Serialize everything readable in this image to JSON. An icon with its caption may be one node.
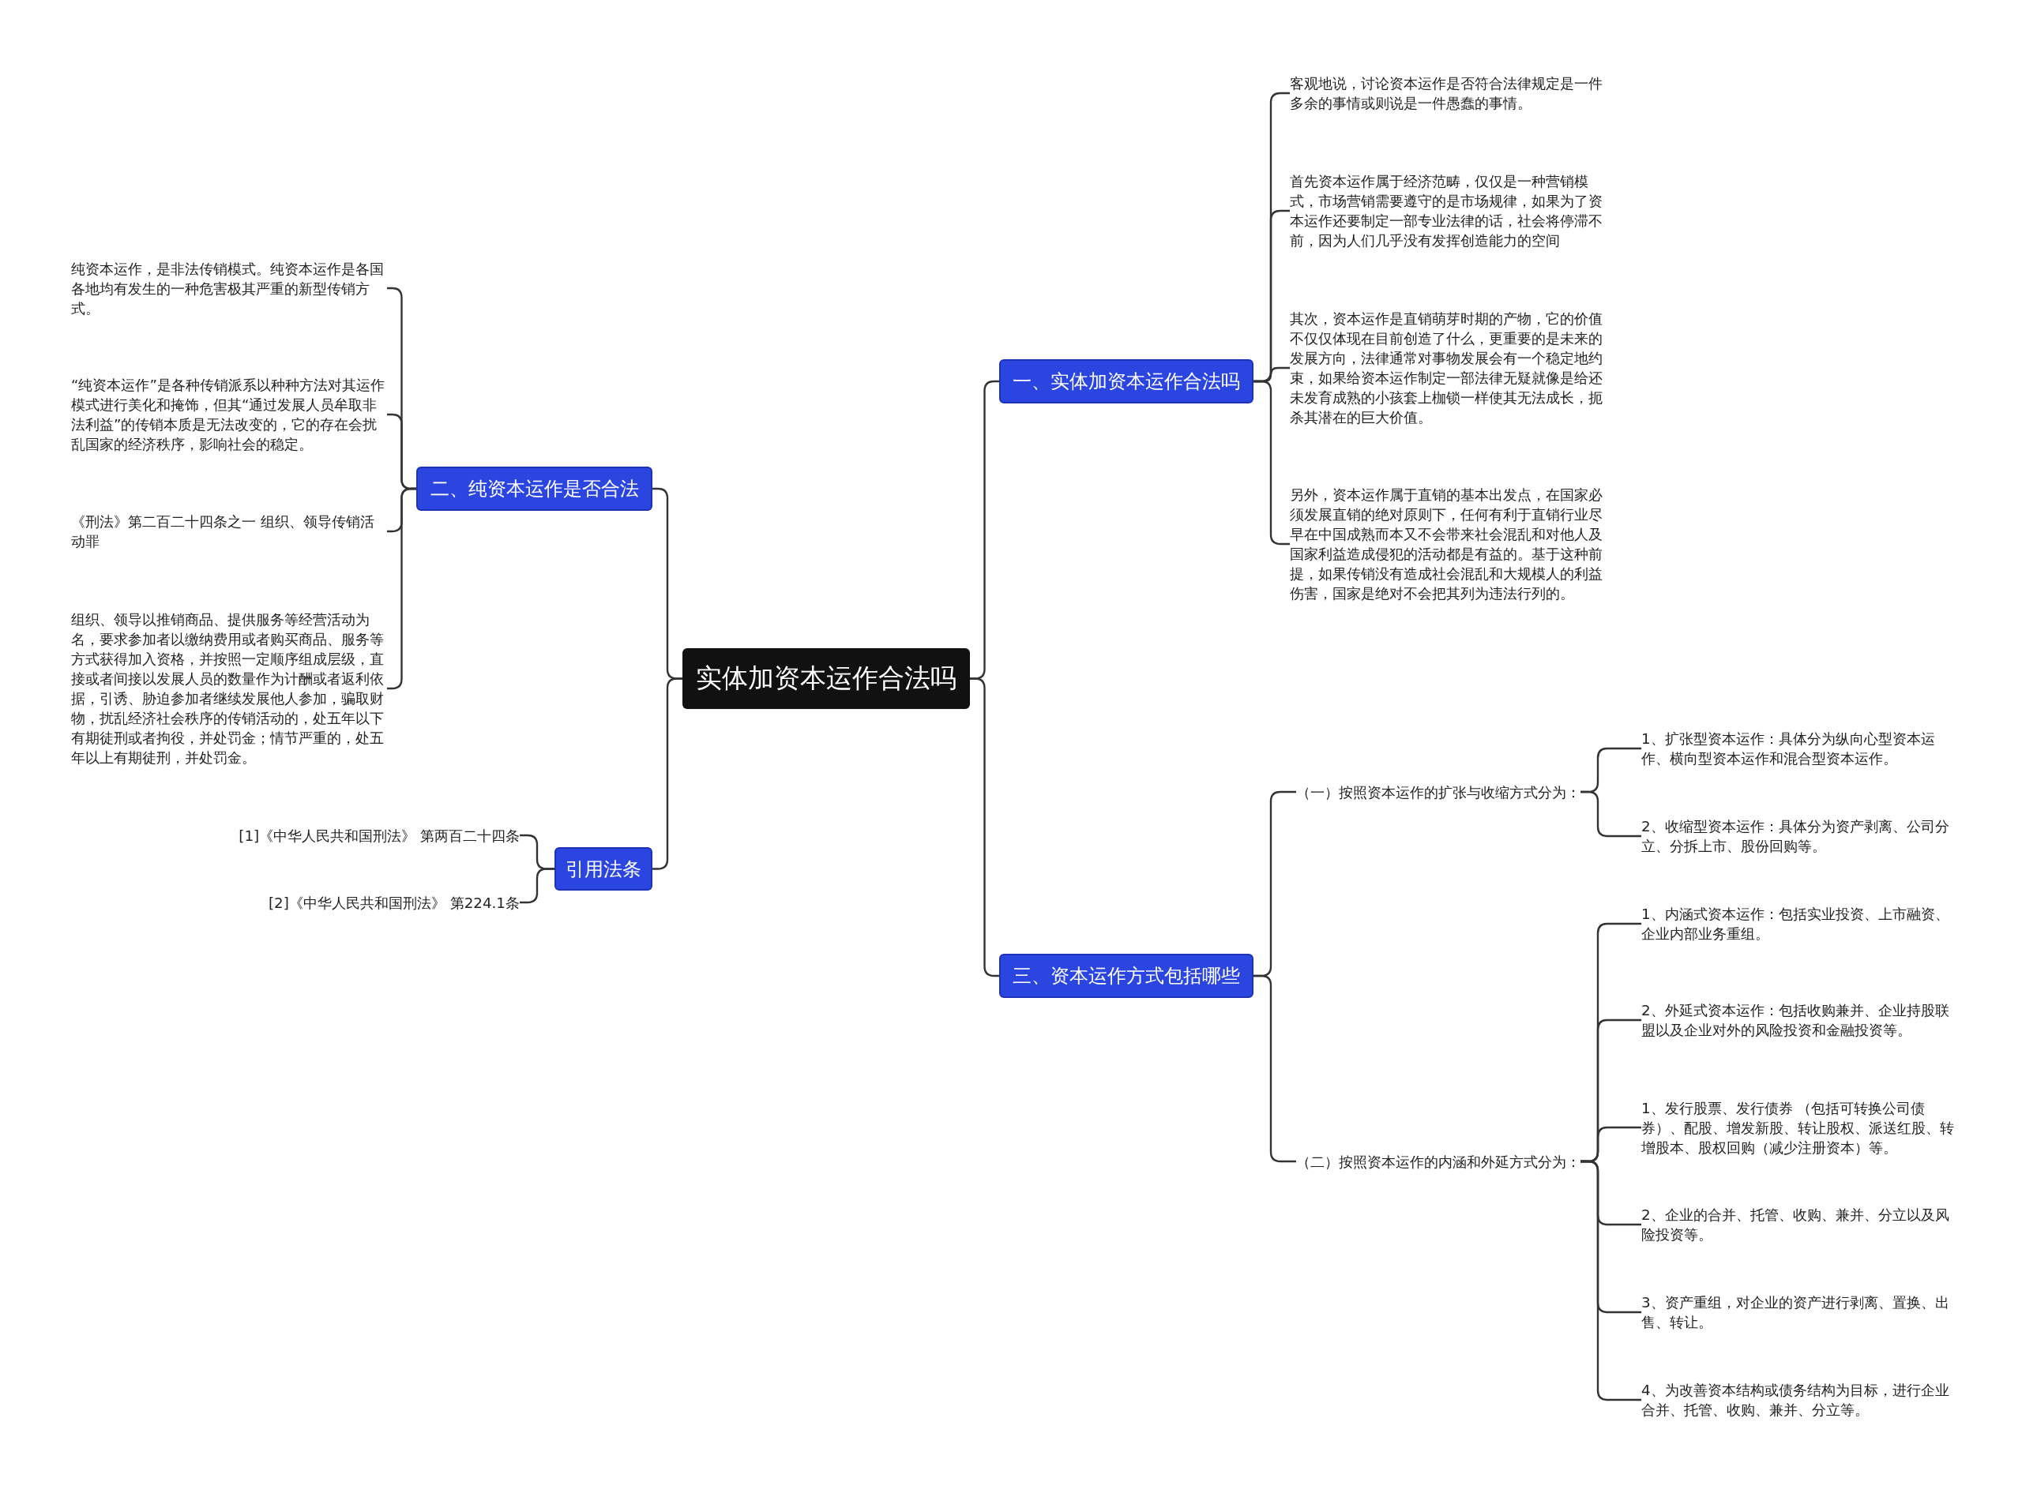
{
  "diagram": {
    "nodes": [
      {
        "text": [
          "实体加资本运作合法吗"
        ]
      },
      {
        "text": [
          "一、实体加资本运作合法吗"
        ]
      },
      {
        "text": [
          "客观地说，讨论资本运作是否符合法律规定是一件多余的事情或则说是一件愚蠢的事情。"
        ]
      },
      {
        "text": [
          "首先资本运作属于经济范畴，仅仅是一种营销模式，市场营销需要遵守的是市场规律，如果为了资本运作还要制定一部专业法律的话，社会将停滞不前，因为人们几乎没有发挥创造能力的空间"
        ]
      },
      {
        "text": [
          "其次，资本运作是直销萌芽时期的产物，它的价值不仅仅体现在目前创造了什么，更重要的是未来的发展方向，法律通常对事物发展会有一个稳定地约束，如果给资本运作制定一部法律无疑就像是给还未发育成熟的小孩套上枷锁一样使其无法成长，扼杀其潜在的巨大价值。"
        ]
      },
      {
        "text": [
          "另外，资本运作属于直销的基本出发点，在国家必须发展直销的绝对原则下，任何有利于直销行业尽早在中国成熟而本又不会带来社会混乱和对他人及国家利益造成侵犯的活动都是有益的。基于这种前提，如果传销没有造成社会混乱和大规模人的利益伤害，国家是绝对不会把其列为违法行列的。"
        ]
      },
      {
        "text": [
          "三、资本运作方式包括哪些"
        ]
      },
      {
        "text": [
          "（一）按照资本运作的扩张与收缩方式分为："
        ]
      },
      {
        "text": [
          "1、扩张型资本运作：具体分为纵向心型资本运作、横向型资本运作和混合型资本运作。"
        ]
      },
      {
        "text": [
          "2、收缩型资本运作：具体分为资产剥离、公司分立、分拆上市、股份回购等。"
        ]
      },
      {
        "text": [
          "（二）按照资本运作的内涵和外延方式分为："
        ]
      },
      {
        "text": [
          "1、内涵式资本运作：包括实业投资、上市融资、企业内部业务重组。"
        ]
      },
      {
        "text": [
          "2、外延式资本运作：包括收购兼并、企业持股联盟以及企业对外的风险投资和金融投资等。"
        ]
      },
      {
        "text": [
          "1、发行股票、发行债券 （包括可转换公司债券）、配股、增发新股、转让股权、派送红股、转增股本、股权回购（减少注册资本）等。"
        ]
      },
      {
        "text": [
          "2、企业的合并、托管、收购、兼并、分立以及风险投资等。"
        ]
      },
      {
        "text": [
          "3、资产重组，对企业的资产进行剥离、置换、出售、转让。"
        ]
      },
      {
        "text": [
          "4、为改善资本结构或债务结构为目标，进行企业合并、托管、收购、兼并、分立等。"
        ]
      },
      {
        "text": [
          "二、纯资本运作是否合法"
        ]
      },
      {
        "text": [
          "纯资本运作，是非法传销模式。纯资本运作是各国各地均有发生的一种危害极其严重的新型传销方式。"
        ]
      },
      {
        "text": [
          "“纯资本运作”是各种传销派系以种种方法对其运作模式进行美化和掩饰，但其“通过发展人员牟取非法利益”的传销本质是无法改变的，它的存在会扰乱国家的经济秩序，影响社会的稳定。"
        ]
      },
      {
        "text": [
          "《刑法》第二百二十四条之一 组织、领导传销活动罪"
        ]
      },
      {
        "text": [
          "组织、领导以推销商品、提供服务等经营活动为名，要求参加者以缴纳费用或者购买商品、服务等方式获得加入资格，并按照一定顺序组成层级，直接或者间接以发展人员的数量作为计酬或者返利依据，引诱、胁迫参加者继续发展他人参加，骗取财物，扰乱经济社会秩序的传销活动的，处五年以下有期徒刑或者拘役，并处罚金；情节严重的，处五年以上有期徒刑，并处罚金。"
        ]
      },
      {
        "text": [
          "引用法条"
        ]
      },
      {
        "text": [
          "[1]《中华人民共和国刑法》 第两百二十四条"
        ]
      },
      {
        "text": [
          "[2]《中华人民共和国刑法》 第224.1条"
        ]
      }
    ],
    "edges": [
      {
        "from": 0,
        "to": 1,
        "arrow": "none"
      },
      {
        "from": 1,
        "to": 2,
        "arrow": "none"
      },
      {
        "from": 1,
        "to": 3,
        "arrow": "none"
      },
      {
        "from": 1,
        "to": 4,
        "arrow": "none"
      },
      {
        "from": 1,
        "to": 5,
        "arrow": "none"
      },
      {
        "from": 0,
        "to": 6,
        "arrow": "none"
      },
      {
        "from": 6,
        "to": 7,
        "arrow": "none"
      },
      {
        "from": 7,
        "to": 8,
        "arrow": "none"
      },
      {
        "from": 7,
        "to": 9,
        "arrow": "none"
      },
      {
        "from": 6,
        "to": 10,
        "arrow": "none"
      },
      {
        "from": 10,
        "to": 11,
        "arrow": "none"
      },
      {
        "from": 10,
        "to": 12,
        "arrow": "none"
      },
      {
        "from": 10,
        "to": 13,
        "arrow": "none"
      },
      {
        "from": 10,
        "to": 14,
        "arrow": "none"
      },
      {
        "from": 10,
        "to": 15,
        "arrow": "none"
      },
      {
        "from": 10,
        "to": 16,
        "arrow": "none"
      },
      {
        "from": 0,
        "to": 17,
        "arrow": "none"
      },
      {
        "from": 17,
        "to": 18,
        "arrow": "none"
      },
      {
        "from": 17,
        "to": 19,
        "arrow": "none"
      },
      {
        "from": 17,
        "to": 20,
        "arrow": "none"
      },
      {
        "from": 17,
        "to": 21,
        "arrow": "none"
      },
      {
        "from": 0,
        "to": 22,
        "arrow": "none"
      },
      {
        "from": 22,
        "to": 23,
        "arrow": "none"
      },
      {
        "from": 22,
        "to": 24,
        "arrow": "none"
      }
    ]
  }
}
